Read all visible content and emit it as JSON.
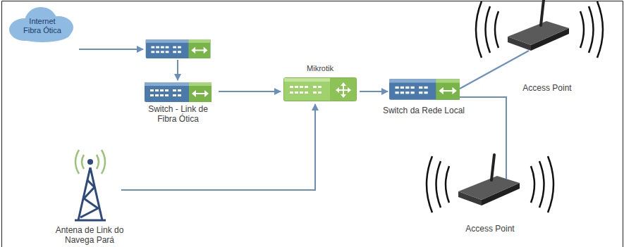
{
  "diagram": {
    "nodes": [
      {
        "text": [
          "Internet Fibra Ótica"
        ]
      },
      {
        "text": [
          "Switch - Link de Fibra Ótica"
        ]
      },
      {
        "text": [
          "Mikrotik"
        ]
      },
      {
        "text": [
          "Switch da Rede Local"
        ]
      },
      {
        "text": [
          "Access Point"
        ]
      },
      {
        "text": [
          "Access Point"
        ]
      },
      {
        "text": [
          "Antena de Link do Navega Pará"
        ]
      }
    ],
    "edges": [
      {
        "from": 0,
        "to": 1,
        "arrow": "to"
      },
      {
        "from": 1,
        "to": 2,
        "arrow": "to"
      },
      {
        "from": 6,
        "to": 2,
        "arrow": "to"
      },
      {
        "from": 2,
        "to": 3,
        "arrow": "to"
      },
      {
        "from": 3,
        "to": 4,
        "arrow": "none"
      },
      {
        "from": 3,
        "to": 5,
        "arrow": "none"
      }
    ]
  }
}
